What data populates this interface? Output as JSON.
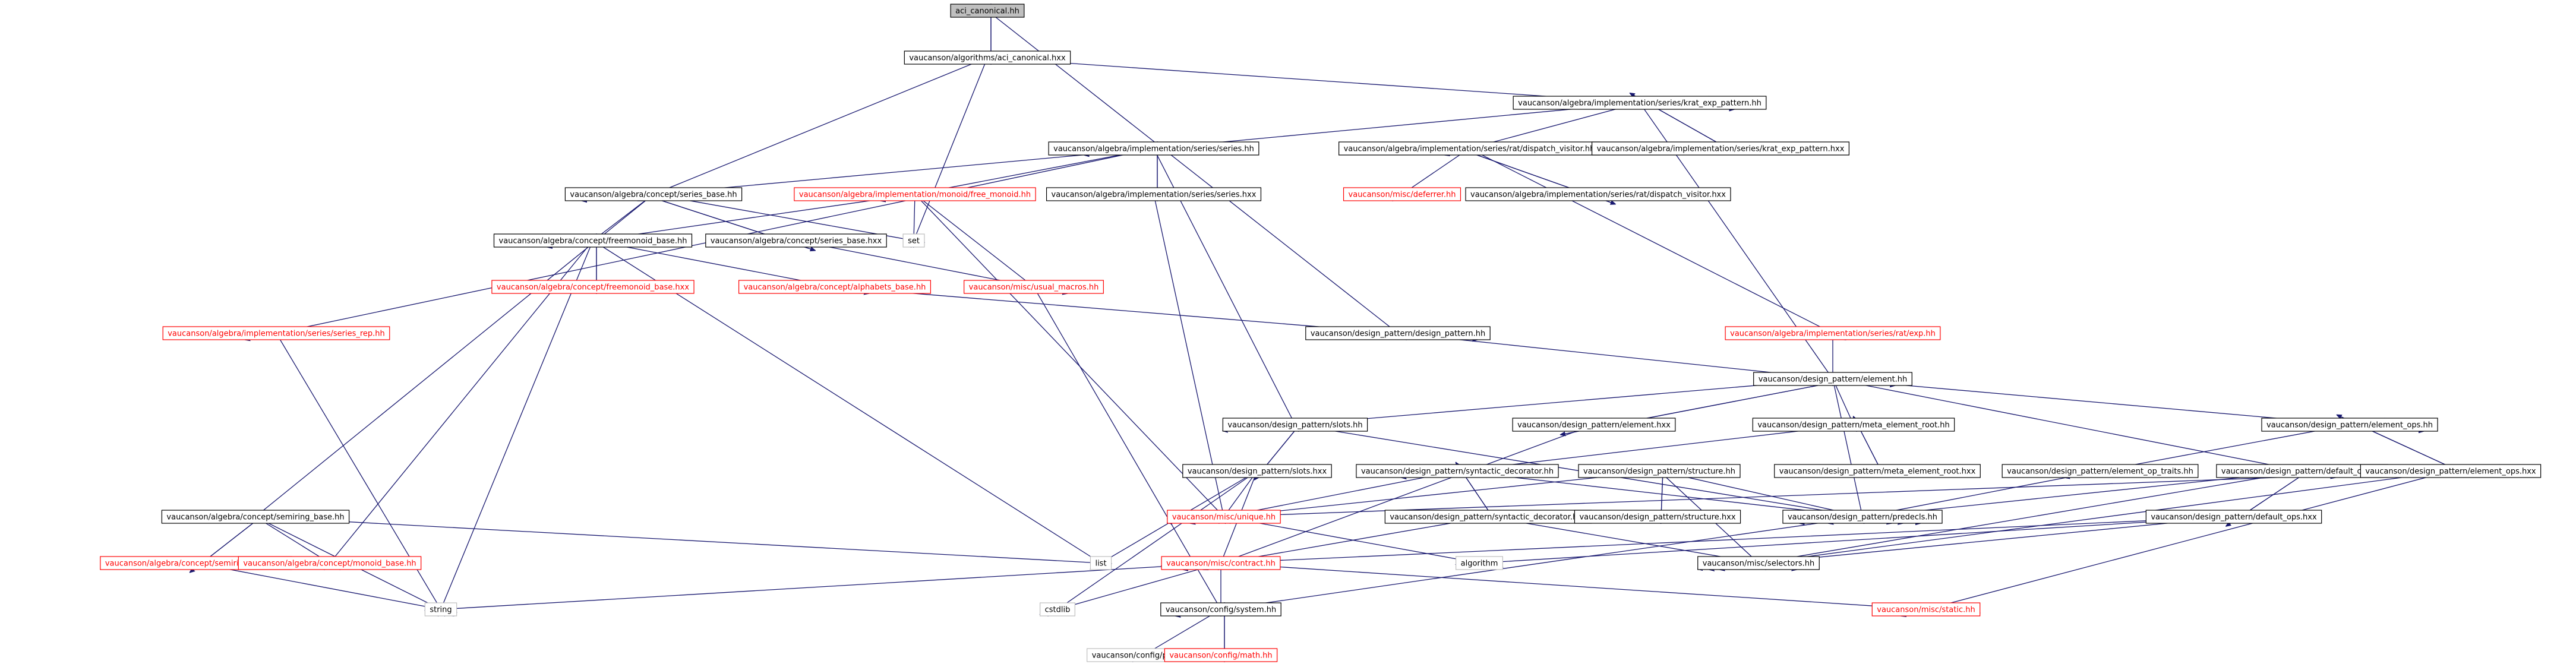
{
  "colors": {
    "edge": "#191970",
    "border_default": "#000000",
    "border_red": "#ff0000",
    "border_none": "#bfbfbf",
    "root_fill": "#bfbfbf",
    "text_default": "#000000",
    "text_red": "#ff0000"
  },
  "nodes": [
    {
      "id": "n1",
      "label": "aci_canonical.hh",
      "kind": "root"
    },
    {
      "id": "n2",
      "label": "vaucanson/algorithms/aci_canonical.hxx",
      "kind": "default"
    },
    {
      "id": "n3",
      "label": "vaucanson/algebra/implementation/series/krat_exp_pattern.hh",
      "kind": "default"
    },
    {
      "id": "n4",
      "label": "vaucanson/algebra/implementation/series/series.hh",
      "kind": "default"
    },
    {
      "id": "n5",
      "label": "vaucanson/algebra/implementation/series/rat/dispatch_visitor.hh",
      "kind": "default"
    },
    {
      "id": "n6",
      "label": "vaucanson/algebra/implementation/series/krat_exp_pattern.hxx",
      "kind": "default"
    },
    {
      "id": "n7",
      "label": "vaucanson/algebra/concept/series_base.hh",
      "kind": "default"
    },
    {
      "id": "n8",
      "label": "vaucanson/algebra/implementation/monoid/free_monoid.hh",
      "kind": "red"
    },
    {
      "id": "n9",
      "label": "vaucanson/algebra/implementation/series/series.hxx",
      "kind": "default"
    },
    {
      "id": "n10",
      "label": "vaucanson/misc/deferrer.hh",
      "kind": "red"
    },
    {
      "id": "n11",
      "label": "vaucanson/algebra/implementation/series/rat/dispatch_visitor.hxx",
      "kind": "default"
    },
    {
      "id": "n12",
      "label": "vaucanson/algebra/concept/freemonoid_base.hh",
      "kind": "default"
    },
    {
      "id": "n13",
      "label": "set",
      "kind": "none"
    },
    {
      "id": "n14",
      "label": "vaucanson/algebra/concept/series_base.hxx",
      "kind": "default"
    },
    {
      "id": "n15",
      "label": "vaucanson/algebra/concept/freemonoid_base.hxx",
      "kind": "red"
    },
    {
      "id": "n16",
      "label": "vaucanson/algebra/concept/alphabets_base.hh",
      "kind": "red"
    },
    {
      "id": "n17",
      "label": "vaucanson/misc/usual_macros.hh",
      "kind": "red"
    },
    {
      "id": "n18",
      "label": "vaucanson/algebra/implementation/series/series_rep.hh",
      "kind": "red"
    },
    {
      "id": "n19",
      "label": "vaucanson/design_pattern/design_pattern.hh",
      "kind": "default"
    },
    {
      "id": "n20",
      "label": "vaucanson/algebra/implementation/series/rat/exp.hh",
      "kind": "red"
    },
    {
      "id": "n21",
      "label": "vaucanson/design_pattern/element.hh",
      "kind": "default"
    },
    {
      "id": "n22",
      "label": "vaucanson/design_pattern/slots.hh",
      "kind": "default"
    },
    {
      "id": "n23",
      "label": "vaucanson/design_pattern/element.hxx",
      "kind": "default"
    },
    {
      "id": "n24",
      "label": "vaucanson/design_pattern/meta_element_root.hh",
      "kind": "default"
    },
    {
      "id": "n25",
      "label": "vaucanson/design_pattern/element_ops.hh",
      "kind": "default"
    },
    {
      "id": "n26",
      "label": "vaucanson/design_pattern/slots.hxx",
      "kind": "default"
    },
    {
      "id": "n27",
      "label": "vaucanson/design_pattern/syntactic_decorator.hh",
      "kind": "default"
    },
    {
      "id": "n28",
      "label": "vaucanson/design_pattern/structure.hh",
      "kind": "default"
    },
    {
      "id": "n29",
      "label": "vaucanson/design_pattern/meta_element_root.hxx",
      "kind": "default"
    },
    {
      "id": "n30",
      "label": "vaucanson/design_pattern/element_op_traits.hh",
      "kind": "default"
    },
    {
      "id": "n31",
      "label": "vaucanson/design_pattern/default_ops.hh",
      "kind": "default"
    },
    {
      "id": "n32",
      "label": "vaucanson/design_pattern/element_ops.hxx",
      "kind": "default"
    },
    {
      "id": "n33",
      "label": "vaucanson/algebra/concept/semiring_base.hh",
      "kind": "default"
    },
    {
      "id": "n34",
      "label": "vaucanson/misc/unique.hh",
      "kind": "red"
    },
    {
      "id": "n35",
      "label": "vaucanson/design_pattern/syntactic_decorator.hxx",
      "kind": "default"
    },
    {
      "id": "n36",
      "label": "vaucanson/design_pattern/structure.hxx",
      "kind": "default"
    },
    {
      "id": "n37",
      "label": "vaucanson/design_pattern/predecls.hh",
      "kind": "default"
    },
    {
      "id": "n38",
      "label": "vaucanson/design_pattern/default_ops.hxx",
      "kind": "default"
    },
    {
      "id": "n39",
      "label": "vaucanson/algebra/concept/semiring_base.hxx",
      "kind": "red"
    },
    {
      "id": "n40",
      "label": "vaucanson/algebra/concept/monoid_base.hh",
      "kind": "red"
    },
    {
      "id": "n41",
      "label": "list",
      "kind": "none"
    },
    {
      "id": "n42",
      "label": "vaucanson/misc/contract.hh",
      "kind": "red"
    },
    {
      "id": "n43",
      "label": "algorithm",
      "kind": "none"
    },
    {
      "id": "n44",
      "label": "vaucanson/misc/selectors.hh",
      "kind": "default"
    },
    {
      "id": "n45",
      "label": "string",
      "kind": "none"
    },
    {
      "id": "n46",
      "label": "cstdlib",
      "kind": "none"
    },
    {
      "id": "n47",
      "label": "vaucanson/config/system.hh",
      "kind": "default"
    },
    {
      "id": "n48",
      "label": "vaucanson/misc/static.hh",
      "kind": "red"
    },
    {
      "id": "n49",
      "label": "vaucanson/config/pconf.hh",
      "kind": "none"
    },
    {
      "id": "n50",
      "label": "vaucanson/config/math.hh",
      "kind": "red"
    }
  ],
  "edges": [
    [
      "n1",
      "n2"
    ],
    [
      "n2",
      "n1"
    ],
    [
      "n1",
      "n19"
    ],
    [
      "n2",
      "n3"
    ],
    [
      "n2",
      "n7"
    ],
    [
      "n2",
      "n13"
    ],
    [
      "n3",
      "n4"
    ],
    [
      "n3",
      "n5"
    ],
    [
      "n3",
      "n6"
    ],
    [
      "n6",
      "n3"
    ],
    [
      "n3",
      "n21"
    ],
    [
      "n4",
      "n7"
    ],
    [
      "n4",
      "n8"
    ],
    [
      "n4",
      "n9"
    ],
    [
      "n9",
      "n4"
    ],
    [
      "n4",
      "n18"
    ],
    [
      "n4",
      "n22"
    ],
    [
      "n5",
      "n10"
    ],
    [
      "n5",
      "n11"
    ],
    [
      "n11",
      "n5"
    ],
    [
      "n5",
      "n20"
    ],
    [
      "n7",
      "n12"
    ],
    [
      "n7",
      "n14"
    ],
    [
      "n14",
      "n7"
    ],
    [
      "n7",
      "n13"
    ],
    [
      "n7",
      "n33"
    ],
    [
      "n8",
      "n12"
    ],
    [
      "n8",
      "n17"
    ],
    [
      "n8",
      "n13"
    ],
    [
      "n8",
      "n34"
    ],
    [
      "n9",
      "n34"
    ],
    [
      "n12",
      "n15"
    ],
    [
      "n15",
      "n12"
    ],
    [
      "n12",
      "n16"
    ],
    [
      "n12",
      "n41"
    ],
    [
      "n12",
      "n45"
    ],
    [
      "n12",
      "n40"
    ],
    [
      "n14",
      "n17"
    ],
    [
      "n16",
      "n19"
    ],
    [
      "n17",
      "n47"
    ],
    [
      "n18",
      "n45"
    ],
    [
      "n19",
      "n21"
    ],
    [
      "n20",
      "n21"
    ],
    [
      "n21",
      "n22"
    ],
    [
      "n21",
      "n23"
    ],
    [
      "n23",
      "n21"
    ],
    [
      "n21",
      "n24"
    ],
    [
      "n21",
      "n25"
    ],
    [
      "n21",
      "n31"
    ],
    [
      "n21",
      "n37"
    ],
    [
      "n22",
      "n26"
    ],
    [
      "n26",
      "n22"
    ],
    [
      "n22",
      "n37"
    ],
    [
      "n23",
      "n42"
    ],
    [
      "n24",
      "n27"
    ],
    [
      "n24",
      "n29"
    ],
    [
      "n29",
      "n24"
    ],
    [
      "n25",
      "n30"
    ],
    [
      "n25",
      "n32"
    ],
    [
      "n32",
      "n25"
    ],
    [
      "n26",
      "n34"
    ],
    [
      "n26",
      "n42"
    ],
    [
      "n26",
      "n46"
    ],
    [
      "n26",
      "n41"
    ],
    [
      "n27",
      "n35"
    ],
    [
      "n35",
      "n27"
    ],
    [
      "n27",
      "n37"
    ],
    [
      "n27",
      "n34"
    ],
    [
      "n28",
      "n36"
    ],
    [
      "n36",
      "n28"
    ],
    [
      "n28",
      "n37"
    ],
    [
      "n28",
      "n44"
    ],
    [
      "n28",
      "n34"
    ],
    [
      "n30",
      "n37"
    ],
    [
      "n31",
      "n38"
    ],
    [
      "n38",
      "n31"
    ],
    [
      "n31",
      "n37"
    ],
    [
      "n31",
      "n44"
    ],
    [
      "n32",
      "n44"
    ],
    [
      "n32",
      "n48"
    ],
    [
      "n32",
      "n34"
    ],
    [
      "n33",
      "n39"
    ],
    [
      "n39",
      "n33"
    ],
    [
      "n33",
      "n40"
    ],
    [
      "n33",
      "n41"
    ],
    [
      "n33",
      "n45"
    ],
    [
      "n34",
      "n43"
    ],
    [
      "n35",
      "n42"
    ],
    [
      "n35",
      "n44"
    ],
    [
      "n37",
      "n47"
    ],
    [
      "n38",
      "n42"
    ],
    [
      "n38",
      "n43"
    ],
    [
      "n38",
      "n44"
    ],
    [
      "n39",
      "n45"
    ],
    [
      "n42",
      "n45"
    ],
    [
      "n42",
      "n46"
    ],
    [
      "n42",
      "n47"
    ],
    [
      "n42",
      "n48"
    ],
    [
      "n47",
      "n49"
    ],
    [
      "n47",
      "n50"
    ],
    [
      "n50",
      "n47"
    ]
  ]
}
